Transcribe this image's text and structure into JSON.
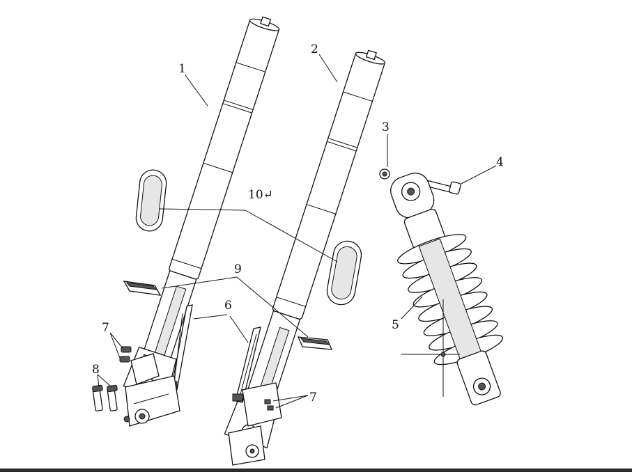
{
  "callouts": {
    "c1": "1",
    "c2": "2",
    "c3": "3",
    "c4": "4",
    "c5": "5",
    "c6": "6",
    "c7a": "7",
    "c7b": "7",
    "c8": "8",
    "c9": "9",
    "c10": "10↵"
  },
  "colors": {
    "line": "#111111",
    "background": "#ffffff",
    "bottom_bar": "#2b2b2b"
  }
}
